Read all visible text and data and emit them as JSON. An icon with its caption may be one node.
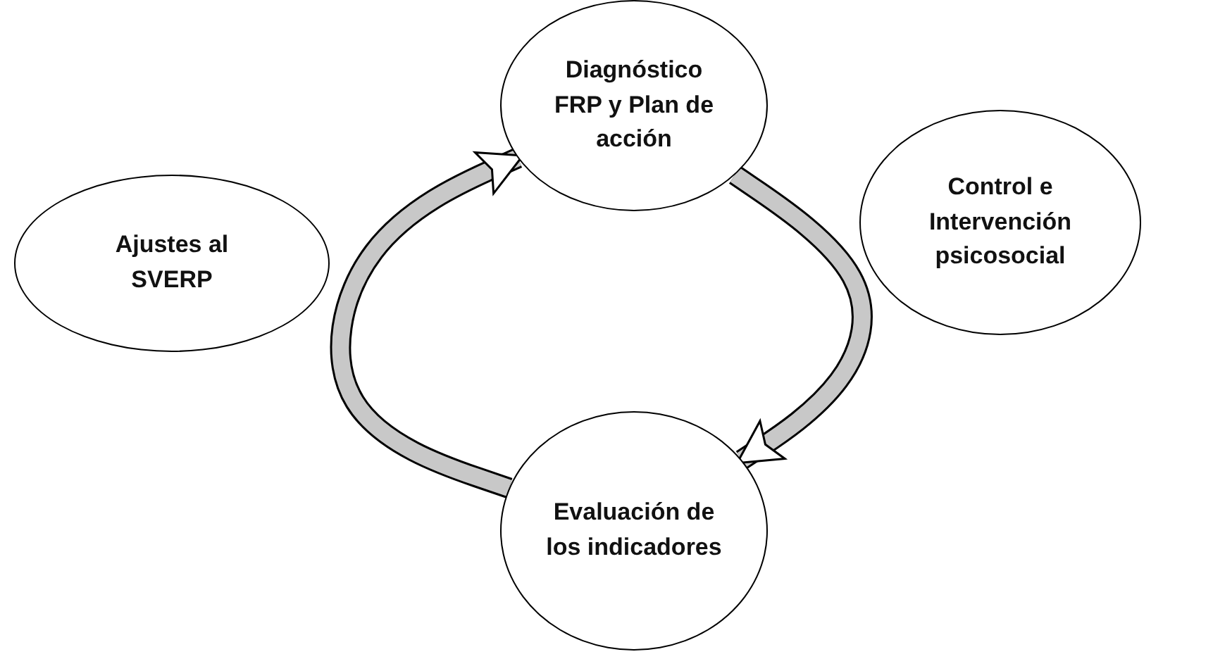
{
  "diagram": {
    "nodes": [
      {
        "text": [
          "Diagnóstico FRP y Plan de acción"
        ]
      },
      {
        "text": [
          "Control e Intervención psicosocial"
        ]
      },
      {
        "text": [
          "Evaluación de los indicadores"
        ]
      },
      {
        "text": [
          "Ajustes al SVERP"
        ]
      }
    ],
    "edges": [
      {
        "from": 0,
        "to": 2,
        "arrow": "to"
      },
      {
        "from": 2,
        "to": 0,
        "arrow": "to"
      }
    ]
  }
}
